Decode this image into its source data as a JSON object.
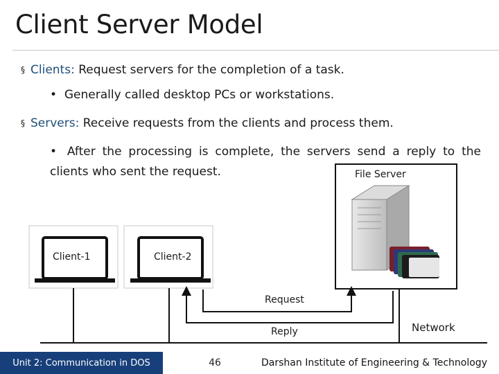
{
  "slide": {
    "title": "Client Server Model",
    "bullets": [
      {
        "key": "Clients:",
        "text": " Request servers for the completion of a task."
      },
      {
        "sub": "Generally called desktop PCs or workstations."
      },
      {
        "key": "Servers:",
        "text": " Receive requests from the clients and process them."
      },
      {
        "sub": "After the processing is complete, the servers send a reply to the clients who sent the request."
      }
    ],
    "bullet_marker": "§",
    "sub_marker": "•"
  },
  "diagram": {
    "client1_label": "Client-1",
    "client2_label": "Client-2",
    "server_label": "File Server",
    "request_label": "Request",
    "reply_label": "Reply",
    "network_label": "Network"
  },
  "footer": {
    "course": "Unit 2: Communication in DOS",
    "page": "46",
    "institute": "Darshan Institute of Engineering & Technology"
  },
  "colors": {
    "accent": "#1f4e79",
    "footer_bg": "#173f7a"
  }
}
